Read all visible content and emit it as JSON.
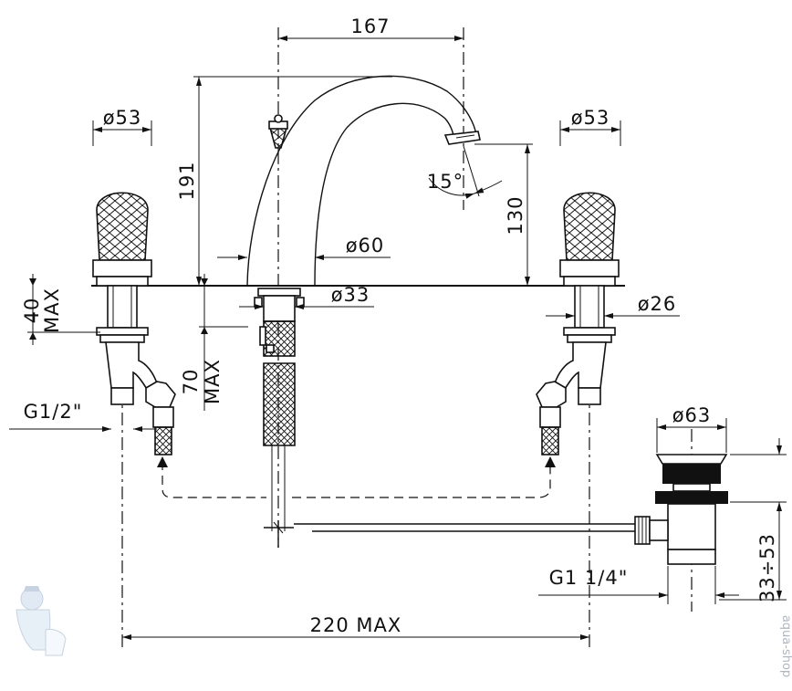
{
  "dimensions": {
    "spout_reach": "167",
    "overall_height": "191",
    "spout_height": "130",
    "handle_dia_left": "ø53",
    "handle_dia_right": "ø53",
    "spout_base_dia": "ø60",
    "spout_shank_dia": "ø33",
    "valve_shank_dia": "ø26",
    "drain_dia": "ø63",
    "angle": "15°",
    "left_deck": "40",
    "left_deck_max": "MAX",
    "spout_deck": "70",
    "spout_deck_max": "MAX",
    "inlet_thread": "G1/2\"",
    "drain_thread": "G1  1/4\"",
    "drain_height": "33÷53",
    "overall_width": "220  MAX"
  },
  "watermark": {
    "text": "aqua-shop"
  }
}
